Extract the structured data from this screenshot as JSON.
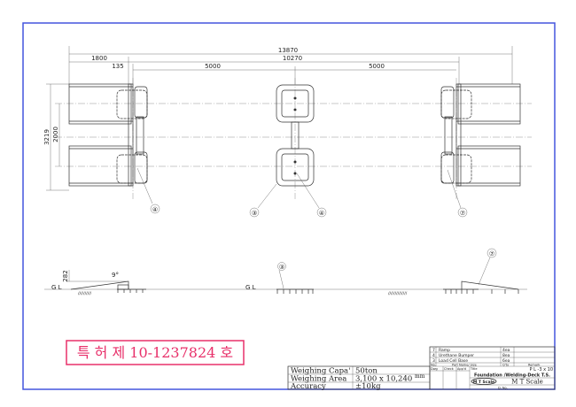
{
  "dimensions": {
    "overall": "13870",
    "ramp_length": "1800",
    "span": "10270",
    "offset": "135",
    "pitch_left": "5000",
    "pitch_right": "5000",
    "overall_width": "3219",
    "track_width": "2000",
    "ramp_height": "282",
    "ramp_angle": "9°"
  },
  "balloons": [
    "④",
    "③",
    "④",
    "⑦",
    "③",
    "⑦"
  ],
  "ground_label": "G L",
  "stamp": "특 허 제 10-1237824 호",
  "parts_list": [
    {
      "no": "7",
      "name": "Ramp",
      "qty": "4ea"
    },
    {
      "no": "4",
      "name": "Urethane Bumper",
      "qty": "8ea"
    },
    {
      "no": "3",
      "name": "Load Cell Base",
      "qty": "6ea"
    }
  ],
  "parts_header": {
    "no": "No.",
    "name": "Part Name/ Size",
    "qty": "Q'ty",
    "remark": "Remark"
  },
  "title_block": {
    "dwg": "Dwg",
    "check": "Check",
    "app": "App'd",
    "title_label": "Title",
    "plate": "P L -3 x 10",
    "title": "Foundation /Welding-Deck T.S.",
    "company_logo": "M T Scale",
    "company": "M T Scale",
    "dwg_no": "D. No."
  },
  "specs": [
    {
      "label": "Weighing Capa'",
      "value": "50ton"
    },
    {
      "label": "Weighing Area",
      "value": "3,100 x 10,240",
      "unit": "mm"
    },
    {
      "label": "Accuracy",
      "value": "±10kg"
    }
  ]
}
